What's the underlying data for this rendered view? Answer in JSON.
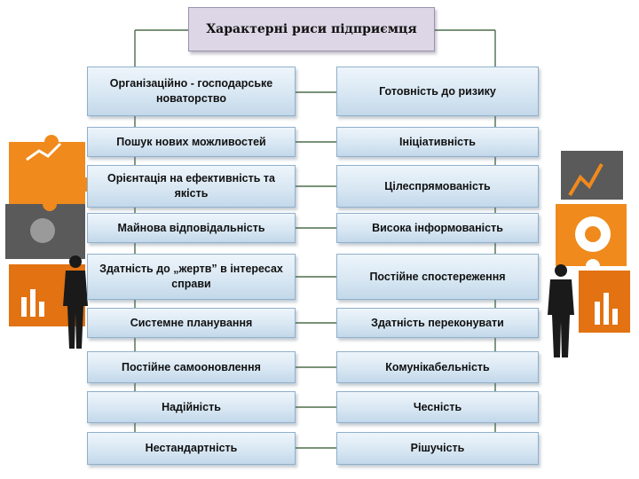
{
  "title": "Характерні риси підприємця",
  "left_column": [
    "Організаційно - господарське новаторство",
    "Пошук нових можливостей",
    "Орієнтація на ефективність та якість",
    "Майнова відповідальність",
    "Здатність до „жертв” в інтересах справи",
    "Системне планування",
    "Постійне самооновлення",
    "Надійність",
    "Нестандартність"
  ],
  "right_column": [
    "Готовність до ризику",
    "Ініціативність",
    "Цілеспрямованість",
    "Висока інформованість",
    "Постійне спостереження",
    "Здатність переконувати",
    "Комунікабельність",
    "Чесність",
    "Рішучість"
  ],
  "colors": {
    "box_fill": "#d8e7f3",
    "box_border": "#8fb0cc",
    "title_fill": "#dcd6e6",
    "connector": "#4b6e4b",
    "puzzle_orange": "#f08a1c",
    "puzzle_gray": "#6e6e6e"
  },
  "icons": [
    "puzzle-decoration-left",
    "puzzle-decoration-right",
    "businessman-figure"
  ]
}
